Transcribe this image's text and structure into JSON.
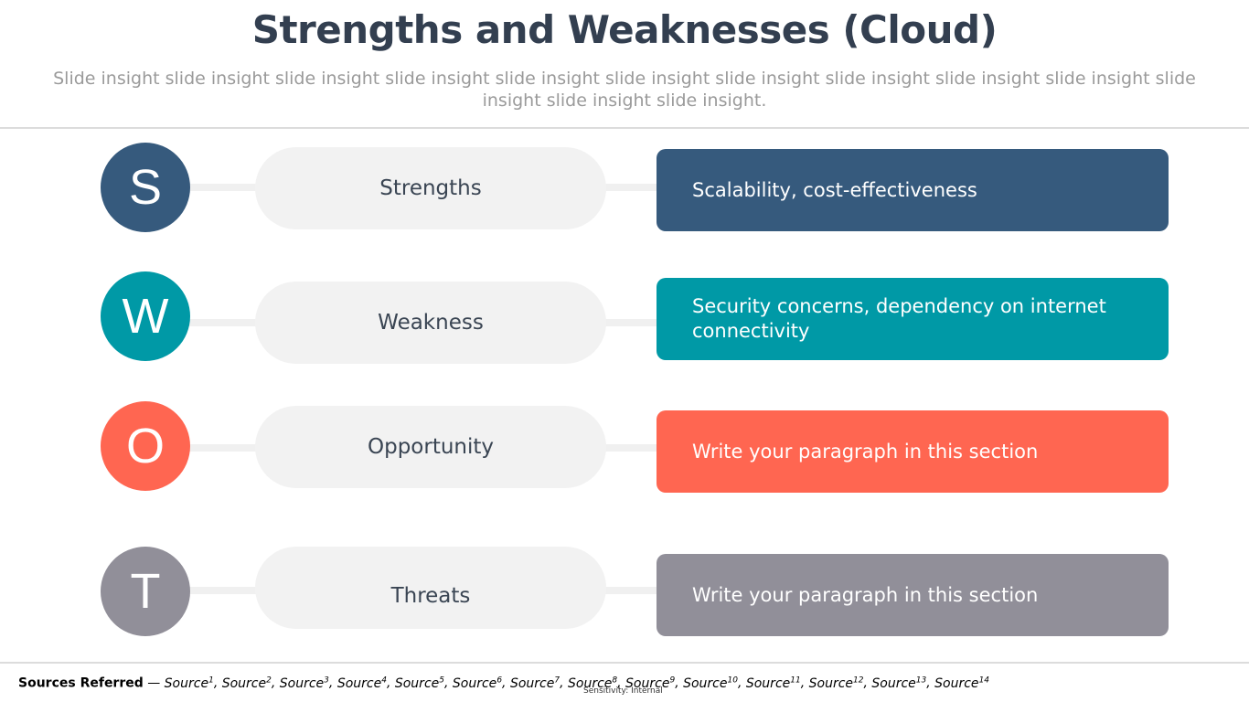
{
  "title": "Strengths and Weaknesses (Cloud)",
  "subtitle": "Slide insight slide insight slide insight slide insight slide insight slide insight slide insight slide insight slide insight slide insight slide insight slide insight slide insight.",
  "swot": [
    {
      "letter": "S",
      "label": "Strengths",
      "text": "Scalability, cost-effectiveness",
      "color": "#365a7d"
    },
    {
      "letter": "W",
      "label": "Weakness",
      "text": "Security concerns, dependency on internet connectivity",
      "color": "#0099a6"
    },
    {
      "letter": "O",
      "label": "Opportunity",
      "text": "Write your paragraph in this section",
      "color": "#ff6651"
    },
    {
      "letter": "T",
      "label": "Threats",
      "text": "Write your paragraph in this section",
      "color": "#918f99"
    }
  ],
  "footer": {
    "sources_label": "Sources Referred",
    "dash": " — ",
    "source_word": "Source",
    "sources": [
      "1",
      "2",
      "3",
      "4",
      "5",
      "6",
      "7",
      "8",
      "9",
      "10",
      "11",
      "12",
      "13",
      "14"
    ],
    "sensitivity": "Sensitivity: Internal"
  }
}
